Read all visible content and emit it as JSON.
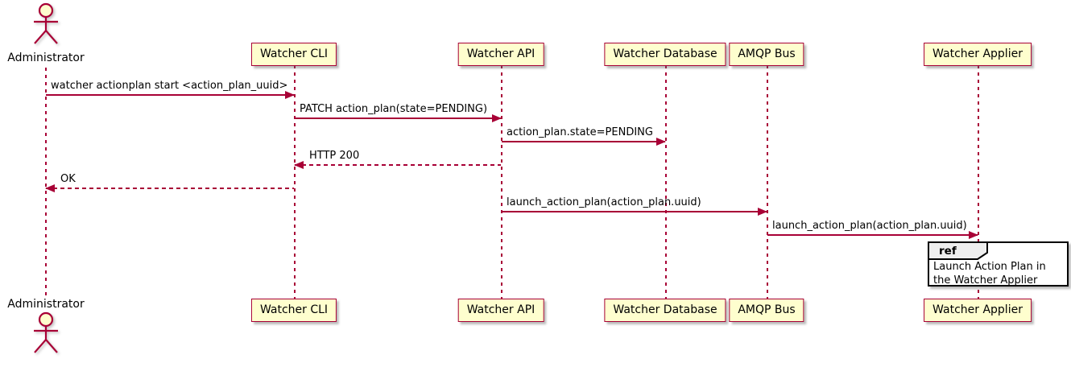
{
  "diagram": {
    "type": "sequence-diagram",
    "actor": {
      "name": "Administrator"
    },
    "participants": [
      {
        "name": "Watcher CLI"
      },
      {
        "name": "Watcher API"
      },
      {
        "name": "Watcher Database"
      },
      {
        "name": "AMQP Bus"
      },
      {
        "name": "Watcher Applier"
      }
    ],
    "messages": [
      {
        "from": "Administrator",
        "to": "Watcher CLI",
        "text": "watcher actionplan start <action_plan_uuid>",
        "style": "solid"
      },
      {
        "from": "Watcher CLI",
        "to": "Watcher API",
        "text": "PATCH action_plan(state=PENDING)",
        "style": "solid"
      },
      {
        "from": "Watcher API",
        "to": "Watcher Database",
        "text": "action_plan.state=PENDING",
        "style": "solid"
      },
      {
        "from": "Watcher API",
        "to": "Watcher CLI",
        "text": "HTTP 200",
        "style": "dashed"
      },
      {
        "from": "Watcher CLI",
        "to": "Administrator",
        "text": "OK",
        "style": "dashed"
      },
      {
        "from": "Watcher API",
        "to": "AMQP Bus",
        "text": "launch_action_plan(action_plan.uuid)",
        "style": "solid"
      },
      {
        "from": "AMQP Bus",
        "to": "Watcher Applier",
        "text": "launch_action_plan(action_plan.uuid)",
        "style": "solid"
      }
    ],
    "ref": {
      "keyword": "ref",
      "text": "Launch Action Plan in the Watcher Applier",
      "over": "Watcher Applier"
    },
    "colors": {
      "participant_fill": "#FEFECE",
      "line": "#A80036",
      "text": "#000000",
      "ref_border": "#000000",
      "ref_header_fill": "#EEEEEE",
      "background": "#FFFFFF"
    }
  }
}
